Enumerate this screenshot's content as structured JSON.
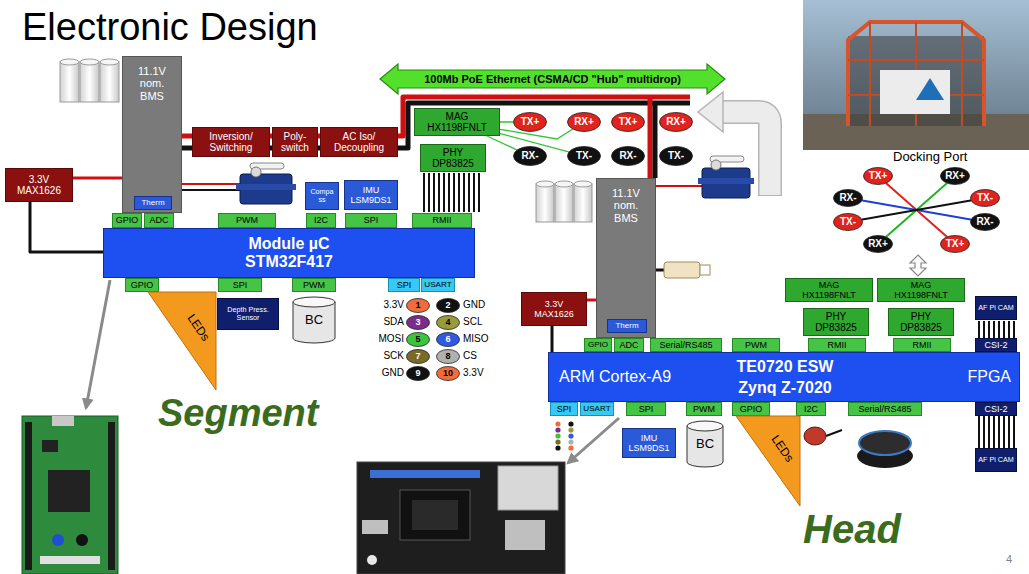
{
  "diagram": {
    "title": "Electronic Design",
    "nodes": [
      {
        "text": [
          "100Mb PoE Ethernet (CSMA/CD \"Hub\" multidrop)"
        ]
      },
      {
        "text": [
          "11.1V nom. BMS"
        ]
      },
      {
        "text": [
          "Therm"
        ],
        "in": 1
      },
      {
        "text": [
          "3.3V MAX1626"
        ]
      },
      {
        "text": [
          "Inversion/ Switching"
        ]
      },
      {
        "text": [
          "Poly- switch"
        ]
      },
      {
        "text": [
          "AC Iso/ Decoupling"
        ]
      },
      {
        "text": [
          "MAG HX1198FNLT"
        ]
      },
      {
        "text": [
          "PHY DP83825"
        ]
      },
      {
        "text": [
          "TX+"
        ]
      },
      {
        "text": [
          "RX+"
        ]
      },
      {
        "text": [
          "RX-"
        ]
      },
      {
        "text": [
          "TX-"
        ]
      },
      {
        "text": [
          "TX+"
        ]
      },
      {
        "text": [
          "RX+"
        ]
      },
      {
        "text": [
          "RX-"
        ]
      },
      {
        "text": [
          "TX-"
        ]
      },
      {
        "text": [
          "Compa ss"
        ]
      },
      {
        "text": [
          "IMU LSM9DS1"
        ]
      },
      {
        "text": [
          "GPIO"
        ]
      },
      {
        "text": [
          "ADC"
        ]
      },
      {
        "text": [
          "PWM"
        ]
      },
      {
        "text": [
          "I2C"
        ]
      },
      {
        "text": [
          "SPI"
        ]
      },
      {
        "text": [
          "RMII"
        ]
      },
      {
        "text": [
          "Module µC STM32F417"
        ]
      },
      {
        "text": [
          "GPIO"
        ]
      },
      {
        "text": [
          "SPI"
        ]
      },
      {
        "text": [
          "PWM"
        ]
      },
      {
        "text": [
          "SPI"
        ]
      },
      {
        "text": [
          "USART"
        ]
      },
      {
        "text": [
          "LEDs"
        ]
      },
      {
        "text": [
          "Depth Press. Sensor"
        ]
      },
      {
        "text": [
          "BC"
        ]
      },
      {
        "text": [
          "1"
        ]
      },
      {
        "text": [
          "2"
        ]
      },
      {
        "text": [
          "3"
        ]
      },
      {
        "text": [
          "4"
        ]
      },
      {
        "text": [
          "5"
        ]
      },
      {
        "text": [
          "6"
        ]
      },
      {
        "text": [
          "7"
        ]
      },
      {
        "text": [
          "8"
        ]
      },
      {
        "text": [
          "9"
        ]
      },
      {
        "text": [
          "10"
        ]
      },
      {
        "text": [
          "TX+"
        ]
      },
      {
        "text": [
          "RX+"
        ]
      },
      {
        "text": [
          "RX-"
        ]
      },
      {
        "text": [
          "TX-"
        ]
      },
      {
        "text": [
          "TX-"
        ]
      },
      {
        "text": [
          "RX-"
        ]
      },
      {
        "text": [
          "RX+"
        ]
      },
      {
        "text": [
          "TX+"
        ]
      },
      {
        "text": [
          "11.1V nom. BMS"
        ]
      },
      {
        "text": [
          "Therm"
        ],
        "in": 52
      },
      {
        "text": [
          "MAG HX1198FNLT"
        ]
      },
      {
        "text": [
          "MAG HX1198FNLT"
        ]
      },
      {
        "text": [
          "3.3V MAX1626"
        ]
      },
      {
        "text": [
          "PHY DP83825"
        ]
      },
      {
        "text": [
          "PHY DP83825"
        ]
      },
      {
        "text": [
          "AF Pi CAM"
        ]
      },
      {
        "text": [
          "GPIO"
        ]
      },
      {
        "text": [
          "ADC"
        ]
      },
      {
        "text": [
          "Serial/RS485"
        ]
      },
      {
        "text": [
          "PWM"
        ]
      },
      {
        "text": [
          "RMII"
        ]
      },
      {
        "text": [
          "RMII"
        ]
      },
      {
        "text": [
          "CSI-2"
        ]
      },
      {
        "text": [
          "ARM Cortex-A9",
          "TE0720 ESW",
          "FPGA",
          "Zynq Z-7020"
        ]
      },
      {
        "text": [
          "SPI"
        ]
      },
      {
        "text": [
          "USART"
        ]
      },
      {
        "text": [
          "SPI"
        ]
      },
      {
        "text": [
          "PWM"
        ]
      },
      {
        "text": [
          "GPIO"
        ]
      },
      {
        "text": [
          "I2C"
        ]
      },
      {
        "text": [
          "Serial/RS485"
        ]
      },
      {
        "text": [
          "CSI-2"
        ]
      },
      {
        "text": [
          "IMU LSM9DS1"
        ]
      },
      {
        "text": [
          "BC"
        ]
      },
      {
        "text": [
          "LEDs"
        ]
      },
      {
        "text": [
          "AF Pi CAM"
        ]
      }
    ],
    "edges": [
      {
        "from": 7,
        "to": 9,
        "arrow": "none"
      },
      {
        "from": 7,
        "to": 10,
        "arrow": "none"
      },
      {
        "from": 7,
        "to": 11,
        "arrow": "none"
      },
      {
        "from": 7,
        "to": 12,
        "arrow": "none"
      },
      {
        "from": 44,
        "to": 51,
        "arrow": "none"
      },
      {
        "from": 45,
        "to": 50,
        "arrow": "none"
      },
      {
        "from": 46,
        "to": 49,
        "arrow": "none"
      },
      {
        "from": 47,
        "to": 48,
        "arrow": "none"
      }
    ],
    "labels": [
      "Docking Port",
      "3.3V",
      "GND",
      "SDA",
      "SCL",
      "MOSI",
      "MISO",
      "SCK",
      "CS",
      "GND",
      "3.3V",
      "Segment",
      "Head",
      "4"
    ]
  }
}
